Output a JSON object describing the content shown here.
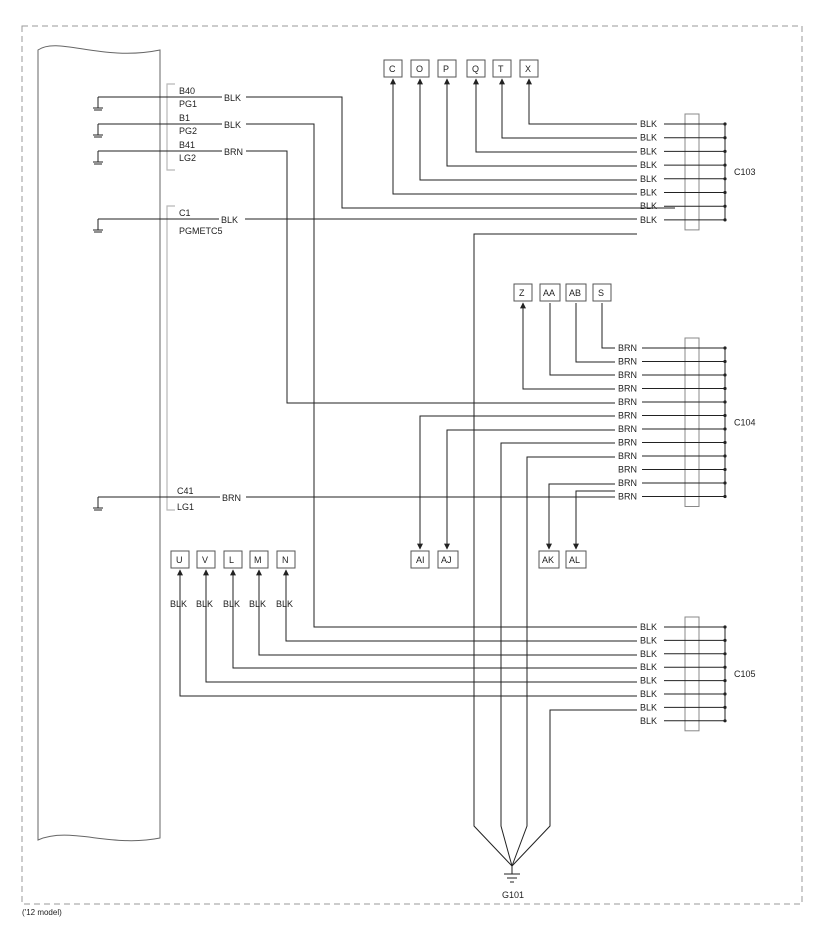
{
  "footnote": "('12 model)",
  "ground": {
    "label": "G101"
  },
  "left_pins": [
    {
      "id": "B40",
      "sub": "PG1",
      "color": "BLK"
    },
    {
      "id": "B1",
      "sub": "PG2",
      "color": "BLK"
    },
    {
      "id": "B41",
      "sub": "LG2",
      "color": "BRN"
    },
    {
      "id": "C1",
      "sub": "PGMETC5",
      "color": "BLK"
    },
    {
      "id": "C41",
      "sub": "LG1",
      "color": "BRN"
    }
  ],
  "connectors": [
    {
      "name": "C103",
      "wire_color": "BLK",
      "wire_count": 8
    },
    {
      "name": "C104",
      "wire_color": "BRN",
      "wire_count": 12
    },
    {
      "name": "C105",
      "wire_color": "BLK",
      "wire_count": 8
    }
  ],
  "c103_terminals": [
    "C",
    "O",
    "P",
    "Q",
    "T",
    "X"
  ],
  "c104_top_terminals": [
    "Z",
    "AA",
    "AB",
    "S"
  ],
  "c104_bottom_terminals": [
    "AI",
    "AJ",
    "AK",
    "AL"
  ],
  "c105_terminals": [
    {
      "label": "U",
      "color": "BLK"
    },
    {
      "label": "V",
      "color": "BLK"
    },
    {
      "label": "L",
      "color": "BLK"
    },
    {
      "label": "M",
      "color": "BLK"
    },
    {
      "label": "N",
      "color": "BLK"
    }
  ]
}
